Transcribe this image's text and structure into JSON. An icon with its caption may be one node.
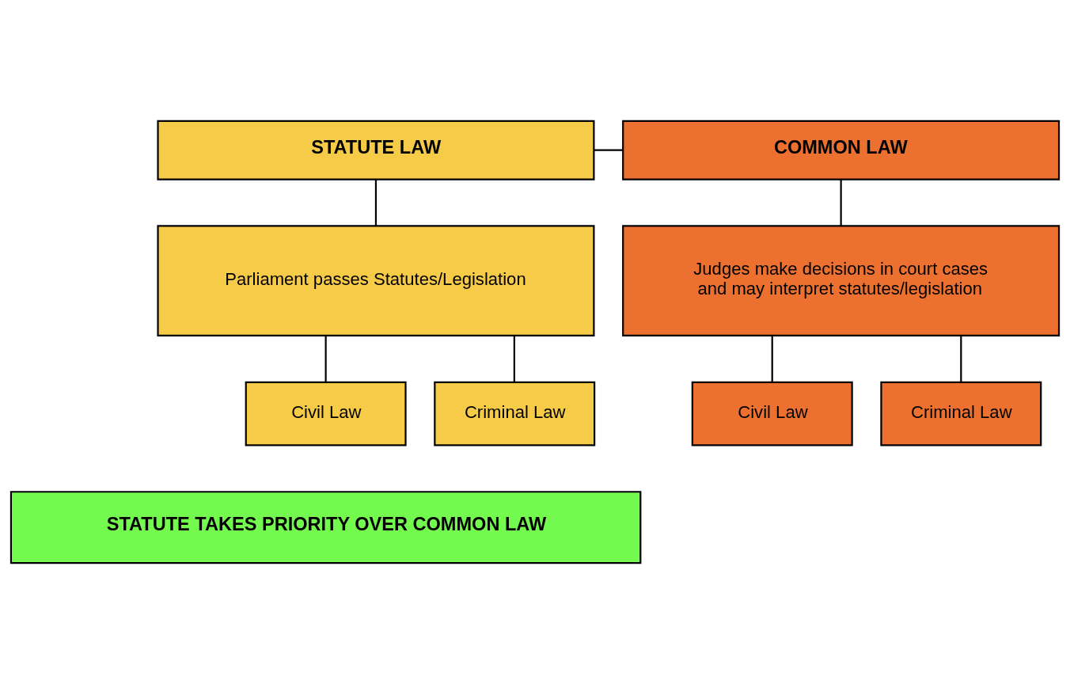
{
  "diagram": {
    "nodes": [
      {
        "text": [
          "STATUTE LAW"
        ]
      },
      {
        "text": [
          "COMMON LAW"
        ]
      },
      {
        "text": [
          "Parliament passes Statutes/Legislation"
        ]
      },
      {
        "text": [
          "Judges make decisions in court cases and may interpret statutes/legislation"
        ]
      },
      {
        "text": [
          "Civil Law"
        ]
      },
      {
        "text": [
          "Criminal Law"
        ]
      },
      {
        "text": [
          "Civil Law"
        ]
      },
      {
        "text": [
          "Criminal Law"
        ]
      },
      {
        "text": [
          "STATUTE TAKES PRIORITY OVER COMMON LAW"
        ]
      }
    ],
    "edges": [
      {
        "from": 0,
        "to": 1,
        "arrow": "none"
      },
      {
        "from": 0,
        "to": 2,
        "arrow": "none"
      },
      {
        "from": 1,
        "to": 3,
        "arrow": "none"
      },
      {
        "from": 2,
        "to": 4,
        "arrow": "none"
      },
      {
        "from": 2,
        "to": 5,
        "arrow": "none"
      },
      {
        "from": 3,
        "to": 6,
        "arrow": "none"
      },
      {
        "from": 3,
        "to": 7,
        "arrow": "none"
      }
    ]
  }
}
